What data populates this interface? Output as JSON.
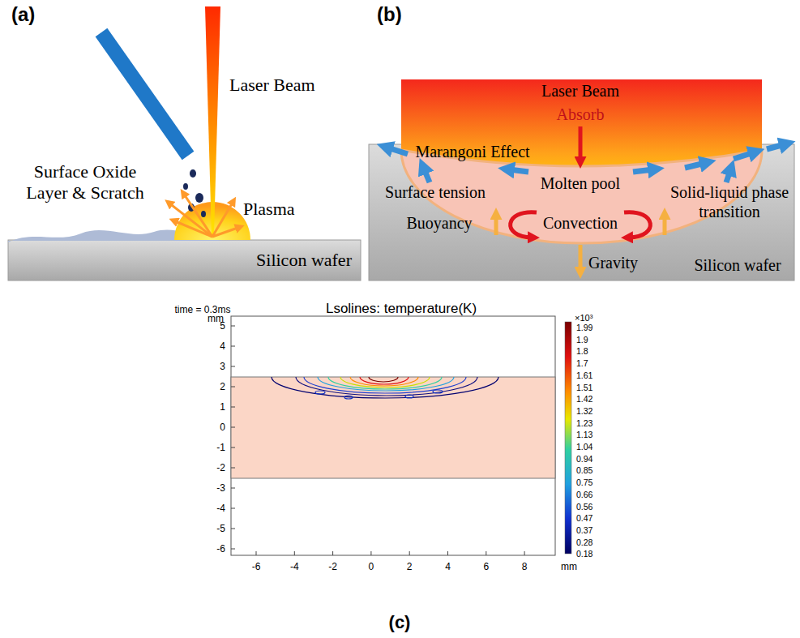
{
  "diagram": {
    "labels": [
      "(a)",
      "Laser Beam",
      "Surface Oxide Layer & Scratch",
      "Plasma",
      "Silicon wafer",
      "(b)",
      "Laser Beam",
      "Absorb",
      "Marangoni Effect",
      "Molten pool",
      "Surface tension",
      "Solid-liquid phase transition",
      "Buoyancy",
      "Convection",
      "Gravity",
      "Silicon wafer",
      "time = 0.3ms",
      "Lsolines: temperature(K)",
      "mm",
      "5",
      "4",
      "3",
      "2",
      "1",
      "0",
      "-1",
      "-2",
      "-3",
      "-4",
      "-5",
      "-6",
      "-6",
      "-4",
      "-2",
      "0",
      "2",
      "4",
      "6",
      "8",
      "mm",
      "×10³",
      "1.99",
      "1.9",
      "1.8",
      "1.7",
      "1.61",
      "1.51",
      "1.42",
      "1.32",
      "1.23",
      "1.13",
      "1.04",
      "0.94",
      "0.85",
      "0.75",
      "0.66",
      "0.56",
      "0.47",
      "0.37",
      "0.28",
      "0.18",
      "(c)"
    ]
  }
}
